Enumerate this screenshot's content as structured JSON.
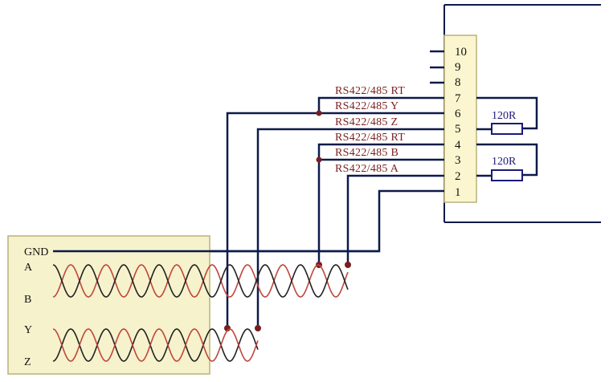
{
  "colors": {
    "wire": "#0d1a4a",
    "twisted_red": "#c0463c",
    "twisted_black": "#222222",
    "panel_fill": "#f6f2cc",
    "panel_border": "#b9b27a",
    "terminal_fill": "#fbf6cf",
    "signal_label": "#7a1e1e",
    "resistor": "#1a1a7a"
  },
  "terminal": {
    "pins": [
      "10",
      "9",
      "8",
      "7",
      "6",
      "5",
      "4",
      "3",
      "2",
      "1"
    ]
  },
  "signals": [
    {
      "pin": "7",
      "label": "RS422/485  RT"
    },
    {
      "pin": "6",
      "label": "RS422/485  Y"
    },
    {
      "pin": "5",
      "label": "RS422/485  Z"
    },
    {
      "pin": "4",
      "label": "RS422/485  RT"
    },
    {
      "pin": "3",
      "label": "RS422/485  B"
    },
    {
      "pin": "2",
      "label": "RS422/485  A"
    }
  ],
  "resistors": [
    {
      "label": "120R",
      "between": [
        "7",
        "5"
      ]
    },
    {
      "label": "120R",
      "between": [
        "4",
        "2"
      ]
    }
  ],
  "cable": {
    "labels": [
      "GND",
      "A",
      "B",
      "Y",
      "Z"
    ]
  }
}
